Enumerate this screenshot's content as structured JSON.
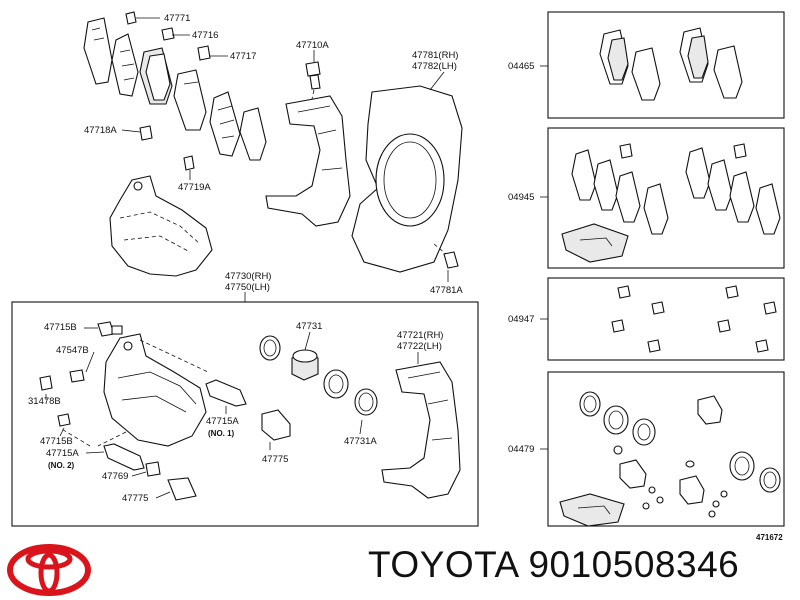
{
  "brand": {
    "text": "TOYOTA 9010508346",
    "logo_color": "#d9141b"
  },
  "diagram_code": "471672",
  "labels": {
    "p47771": "47771",
    "p47716": "47716",
    "p47717": "47717",
    "p47710A": "47710A",
    "p47781_rh": "47781(RH)",
    "p47782_lh": "47782(LH)",
    "p47718A": "47718A",
    "p47719A": "47719A",
    "p47781A": "47781A",
    "p47730_rh": "47730(RH)",
    "p47750_lh": "47750(LH)",
    "p47715B_top": "47715B",
    "p47547B": "47547B",
    "p31478B": "31478B",
    "p47715B_bot": "47715B",
    "p47715A_left": "47715A",
    "no2": "(NO. 2)",
    "p47769": "47769",
    "p47775_left": "47775",
    "p47731": "47731",
    "p47721_rh": "47721(RH)",
    "p47722_lh": "47722(LH)",
    "p47715A_right": "47715A",
    "no1": "(NO. 1)",
    "p47775_mid": "47775",
    "p47731A": "47731A",
    "k04465": "04465",
    "k04945": "04945",
    "k04947": "04947",
    "k04479": "04479"
  }
}
